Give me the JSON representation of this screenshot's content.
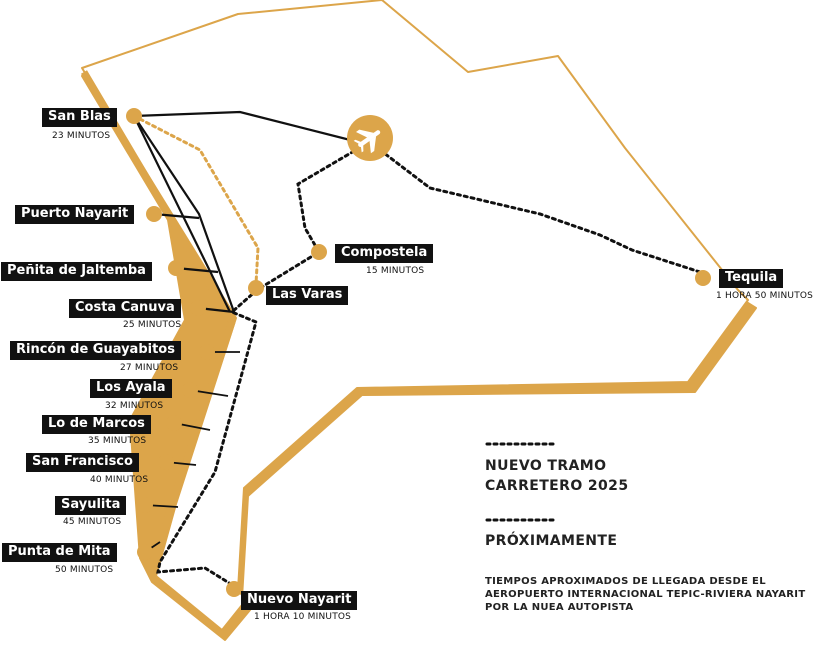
{
  "colors": {
    "gold": "#dca54a",
    "black": "#111111",
    "white": "#ffffff"
  },
  "places": {
    "san_blas": {
      "name": "San Blas",
      "time": "23 MINUTOS"
    },
    "puerto_nayarit": {
      "name": "Puerto Nayarit"
    },
    "penita": {
      "name": "Peñita de Jaltemba"
    },
    "costa_canuva": {
      "name": "Costa Canuva",
      "time": "25 MINUTOS"
    },
    "guayabitos": {
      "name": "Rincón de Guayabitos",
      "time": "27 MINUTOS"
    },
    "los_ayala": {
      "name": "Los Ayala",
      "time": "32 MINUTOS"
    },
    "lo_de_marcos": {
      "name": "Lo de Marcos",
      "time": "35 MINUTOS"
    },
    "san_francisco": {
      "name": "San Francisco",
      "time": "40 MINUTOS"
    },
    "sayulita": {
      "name": "Sayulita",
      "time": "45 MINUTOS"
    },
    "punta_de_mita": {
      "name": "Punta de Mita",
      "time": "50 MINUTOS"
    },
    "nuevo_nayarit": {
      "name": "Nuevo Nayarit",
      "time": "1 HORA 10 MINUTOS"
    },
    "compostela": {
      "name": "Compostela",
      "time": "15 MINUTOS"
    },
    "las_varas": {
      "name": "Las Varas"
    },
    "tequila": {
      "name": "Tequila",
      "time": "1 HORA 50 MINUTOS"
    }
  },
  "airport_icon": "airplane-icon",
  "legend": {
    "new_road": "NUEVO TRAMO CARRETERO 2025",
    "coming_soon": "PRÓXIMAMENTE",
    "note": "TIEMPOS APROXIMADOS DE LLEGADA DESDE EL AEROPUERTO INTERNACIONAL TEPIC-RIVIERA NAYARIT POR LA NUEA AUTOPISTA"
  }
}
